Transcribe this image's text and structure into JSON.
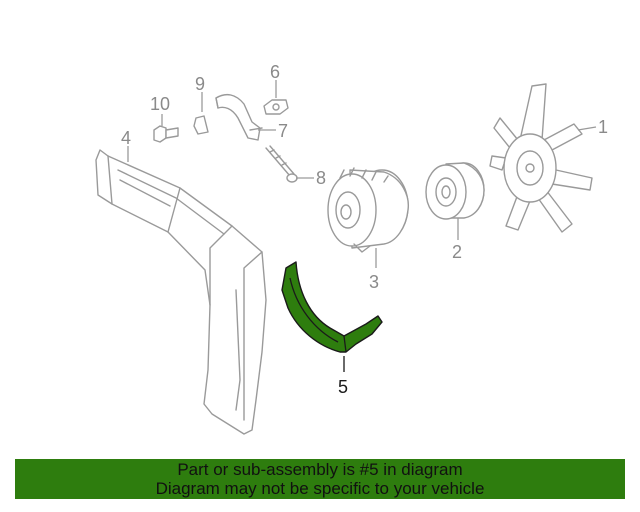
{
  "diagram": {
    "callouts": [
      "1",
      "2",
      "3",
      "4",
      "5",
      "6",
      "7",
      "8",
      "9",
      "10"
    ],
    "highlighted_part": "5",
    "highlight_color": "#2e7d0e",
    "part_stroke_color": "#9a9a9a"
  },
  "banner": {
    "line1": "Part or sub-assembly is #5 in diagram",
    "line2": "Diagram may not be specific to your vehicle",
    "background": "#2e7d0e"
  }
}
